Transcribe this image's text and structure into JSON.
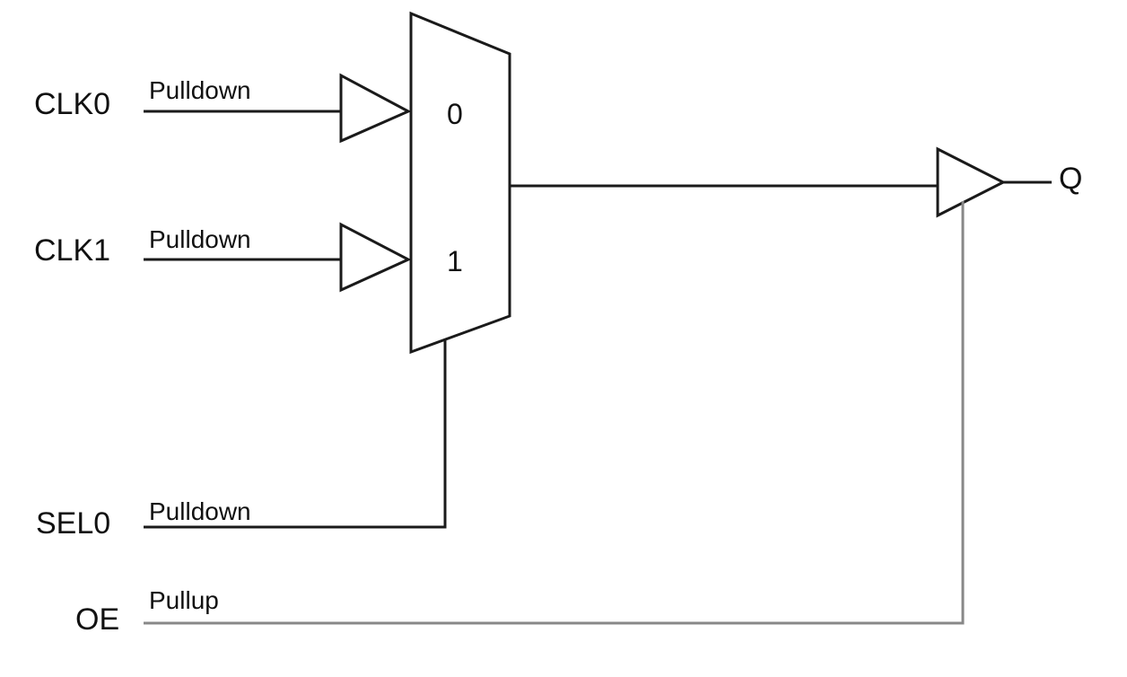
{
  "inputs": {
    "clk0": {
      "name": "CLK0",
      "resistor": "Pulldown"
    },
    "clk1": {
      "name": "CLK1",
      "resistor": "Pulldown"
    },
    "sel0": {
      "name": "SEL0",
      "resistor": "Pulldown"
    },
    "oe": {
      "name": "OE",
      "resistor": "Pullup"
    }
  },
  "mux": {
    "input0_label": "0",
    "input1_label": "1"
  },
  "output": {
    "name": "Q"
  },
  "colors": {
    "line": "#1a1a1a",
    "oe_line": "#888888",
    "background": "#ffffff"
  }
}
